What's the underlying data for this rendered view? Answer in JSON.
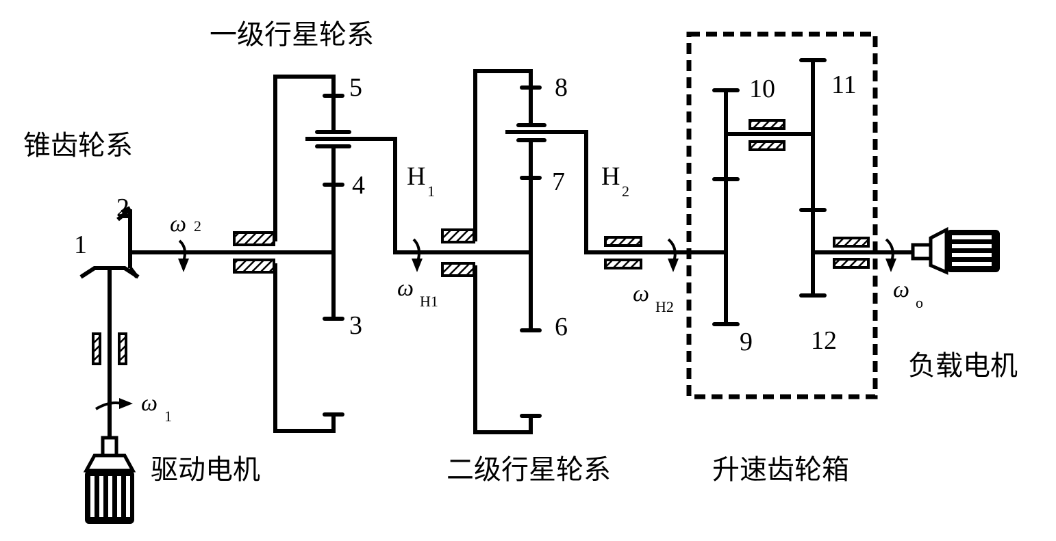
{
  "labels": {
    "bevel_gear_train": "锥齿轮系",
    "first_stage_planetary": "一级行星轮系",
    "second_stage_planetary": "二级行星轮系",
    "speed_up_gearbox": "升速齿轮箱",
    "drive_motor": "驱动电机",
    "load_motor": "负载电机"
  },
  "gear_numbers": {
    "g1": "1",
    "g2": "2",
    "g3": "3",
    "g4": "4",
    "g5": "5",
    "g6": "6",
    "g7": "7",
    "g8": "8",
    "g9": "9",
    "g10": "10",
    "g11": "11",
    "g12": "12"
  },
  "carriers": {
    "h1": {
      "main": "H",
      "sub": "1"
    },
    "h2": {
      "main": "H",
      "sub": "2"
    }
  },
  "angular_velocities": {
    "w1": {
      "main": "ω",
      "sub": "1"
    },
    "w2": {
      "main": "ω",
      "sub": "2"
    },
    "wH1": {
      "main": "ω",
      "sub": "H1"
    },
    "wH2": {
      "main": "ω",
      "sub": "H2"
    },
    "wo": {
      "main": "ω",
      "sub": "o"
    }
  },
  "icons": {
    "drive_motor": "motor-icon-vertical",
    "load_motor": "motor-icon-horizontal",
    "bearing": "hatched-bearing-icon",
    "rotation_arrow": "curved-arrow-icon"
  }
}
